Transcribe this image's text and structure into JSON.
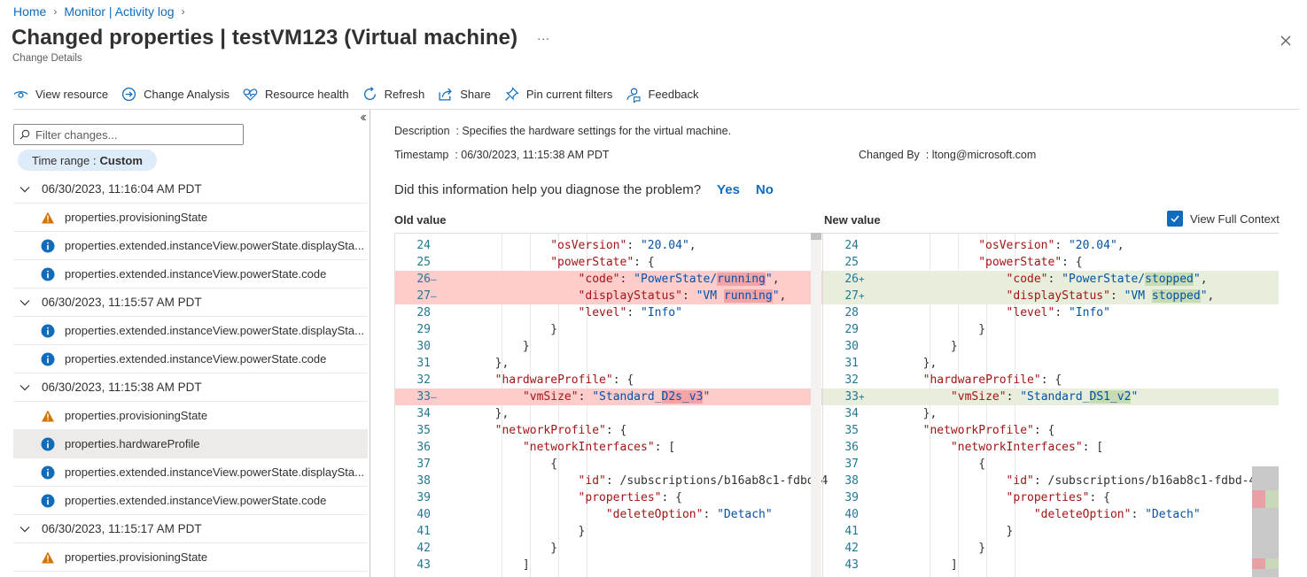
{
  "breadcrumb": [
    "Home",
    "Monitor | Activity log"
  ],
  "header": {
    "title": "Changed properties | testVM123 (Virtual machine)",
    "more": "...",
    "subtitle": "Change Details"
  },
  "toolbar": {
    "view_resource": "View resource",
    "change_analysis": "Change Analysis",
    "resource_health": "Resource health",
    "refresh": "Refresh",
    "share": "Share",
    "pin": "Pin current filters",
    "feedback": "Feedback"
  },
  "filter": {
    "placeholder": "Filter changes...",
    "time_range_label": "Time range :",
    "time_range_value": "Custom"
  },
  "change_groups": [
    {
      "timestamp": "06/30/2023, 11:16:04 AM PDT",
      "items": [
        {
          "icon": "warning-icon",
          "label": "properties.provisioningState"
        },
        {
          "icon": "info-icon",
          "label": "properties.extended.instanceView.powerState.displaySta..."
        },
        {
          "icon": "info-icon",
          "label": "properties.extended.instanceView.powerState.code"
        }
      ]
    },
    {
      "timestamp": "06/30/2023, 11:15:57 AM PDT",
      "items": [
        {
          "icon": "info-icon",
          "label": "properties.extended.instanceView.powerState.displaySta..."
        },
        {
          "icon": "info-icon",
          "label": "properties.extended.instanceView.powerState.code"
        }
      ]
    },
    {
      "timestamp": "06/30/2023, 11:15:38 AM PDT",
      "items": [
        {
          "icon": "warning-icon",
          "label": "properties.provisioningState"
        },
        {
          "icon": "info-icon",
          "label": "properties.hardwareProfile"
        },
        {
          "icon": "info-icon",
          "label": "properties.extended.instanceView.powerState.displaySta..."
        },
        {
          "icon": "info-icon",
          "label": "properties.extended.instanceView.powerState.code"
        }
      ]
    },
    {
      "timestamp": "06/30/2023, 11:15:17 AM PDT",
      "items": [
        {
          "icon": "warning-icon",
          "label": "properties.provisioningState"
        }
      ]
    }
  ],
  "detail": {
    "description_label": "Description",
    "description_value": ": Specifies the hardware settings for the virtual machine.",
    "timestamp_label": "Timestamp",
    "timestamp_value": ": 06/30/2023, 11:15:38 AM PDT",
    "changed_by_label": "Changed By",
    "changed_by_value": ": ltong@microsoft.com",
    "question": "Did this information help you diagnose the problem?",
    "yes": "Yes",
    "no": "No",
    "old_value_title": "Old value",
    "new_value_title": "New value",
    "view_full_context": "View Full Context"
  },
  "diff_old": [
    {
      "n": "24",
      "m": "",
      "t": "            \"osVersion\": \"20.04\",",
      "cls": ""
    },
    {
      "n": "25",
      "m": "",
      "t": "            \"powerState\": {",
      "cls": ""
    },
    {
      "n": "26",
      "m": "—",
      "t": "                \"code\": \"PowerState/running\",",
      "cls": "del"
    },
    {
      "n": "27",
      "m": "—",
      "t": "                \"displayStatus\": \"VM running\",",
      "cls": "del"
    },
    {
      "n": "28",
      "m": "",
      "t": "                \"level\": \"Info\"",
      "cls": ""
    },
    {
      "n": "29",
      "m": "",
      "t": "            }",
      "cls": ""
    },
    {
      "n": "30",
      "m": "",
      "t": "        }",
      "cls": ""
    },
    {
      "n": "31",
      "m": "",
      "t": "    },",
      "cls": ""
    },
    {
      "n": "32",
      "m": "",
      "t": "    \"hardwareProfile\": {",
      "cls": ""
    },
    {
      "n": "33",
      "m": "—",
      "t": "        \"vmSize\": \"Standard_D2s_v3\"",
      "cls": "del"
    },
    {
      "n": "34",
      "m": "",
      "t": "    },",
      "cls": ""
    },
    {
      "n": "35",
      "m": "",
      "t": "    \"networkProfile\": {",
      "cls": ""
    },
    {
      "n": "36",
      "m": "",
      "t": "        \"networkInterfaces\": [",
      "cls": ""
    },
    {
      "n": "37",
      "m": "",
      "t": "            {",
      "cls": ""
    },
    {
      "n": "38",
      "m": "",
      "t": "                \"id\": \"/subscriptions/b16ab8c1-fdbd-4",
      "cls": ""
    },
    {
      "n": "39",
      "m": "",
      "t": "                \"properties\": {",
      "cls": ""
    },
    {
      "n": "40",
      "m": "",
      "t": "                    \"deleteOption\": \"Detach\"",
      "cls": ""
    },
    {
      "n": "41",
      "m": "",
      "t": "                }",
      "cls": ""
    },
    {
      "n": "42",
      "m": "",
      "t": "            }",
      "cls": ""
    },
    {
      "n": "43",
      "m": "",
      "t": "        ]",
      "cls": ""
    }
  ],
  "diff_new": [
    {
      "n": "24",
      "m": "",
      "t": "            \"osVersion\": \"20.04\",",
      "cls": ""
    },
    {
      "n": "25",
      "m": "",
      "t": "            \"powerState\": {",
      "cls": ""
    },
    {
      "n": "26",
      "m": "+",
      "t": "                \"code\": \"PowerState/stopped\",",
      "cls": "add"
    },
    {
      "n": "27",
      "m": "+",
      "t": "                \"displayStatus\": \"VM stopped\",",
      "cls": "add"
    },
    {
      "n": "28",
      "m": "",
      "t": "                \"level\": \"Info\"",
      "cls": ""
    },
    {
      "n": "29",
      "m": "",
      "t": "            }",
      "cls": ""
    },
    {
      "n": "30",
      "m": "",
      "t": "        }",
      "cls": ""
    },
    {
      "n": "31",
      "m": "",
      "t": "    },",
      "cls": ""
    },
    {
      "n": "32",
      "m": "",
      "t": "    \"hardwareProfile\": {",
      "cls": ""
    },
    {
      "n": "33",
      "m": "+",
      "t": "        \"vmSize\": \"Standard_DS1_v2\"",
      "cls": "add"
    },
    {
      "n": "34",
      "m": "",
      "t": "    },",
      "cls": ""
    },
    {
      "n": "35",
      "m": "",
      "t": "    \"networkProfile\": {",
      "cls": ""
    },
    {
      "n": "36",
      "m": "",
      "t": "        \"networkInterfaces\": [",
      "cls": ""
    },
    {
      "n": "37",
      "m": "",
      "t": "            {",
      "cls": ""
    },
    {
      "n": "38",
      "m": "",
      "t": "                \"id\": \"/subscriptions/b16ab8c1-fdbd-4",
      "cls": ""
    },
    {
      "n": "39",
      "m": "",
      "t": "                \"properties\": {",
      "cls": ""
    },
    {
      "n": "40",
      "m": "",
      "t": "                    \"deleteOption\": \"Detach\"",
      "cls": ""
    },
    {
      "n": "41",
      "m": "",
      "t": "                }",
      "cls": ""
    },
    {
      "n": "42",
      "m": "",
      "t": "            }",
      "cls": ""
    },
    {
      "n": "43",
      "m": "",
      "t": "        ]",
      "cls": ""
    }
  ],
  "colors": {
    "link": "#0f6cbd",
    "deleted_line": "#ffcccc",
    "added_line": "#e7efdc",
    "warning": "#d47500",
    "info": "#0f6cbd"
  }
}
